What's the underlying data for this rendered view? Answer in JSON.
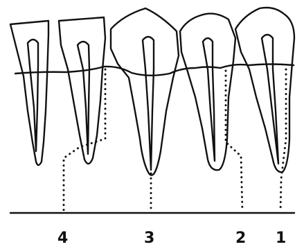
{
  "figure": {
    "labels": [
      "4",
      "3",
      "2",
      "1"
    ]
  }
}
